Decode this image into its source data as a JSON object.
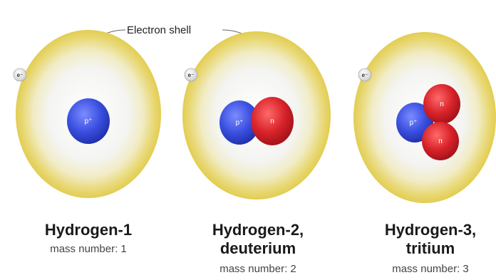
{
  "colors": {
    "shell_outer": "#e8d66a",
    "shell_inner": "#f6f6f6",
    "proton": "#3a4fe0",
    "neutron": "#d8232a",
    "electron": "#f2f2f2"
  },
  "shell_label": "Electron shell",
  "particles": {
    "electron": "e⁻",
    "proton": "p⁺",
    "neutron": "n"
  },
  "atoms": [
    {
      "title_lines": [
        "Hydrogen-1"
      ],
      "mass_number": "mass number: 1",
      "protons": 1,
      "neutrons": 0
    },
    {
      "title_lines": [
        "Hydrogen-2,",
        "deuterium"
      ],
      "mass_number": "mass number: 2",
      "protons": 1,
      "neutrons": 1
    },
    {
      "title_lines": [
        "Hydrogen-3,",
        "tritium"
      ],
      "mass_number": "mass number: 3",
      "protons": 1,
      "neutrons": 2
    }
  ]
}
